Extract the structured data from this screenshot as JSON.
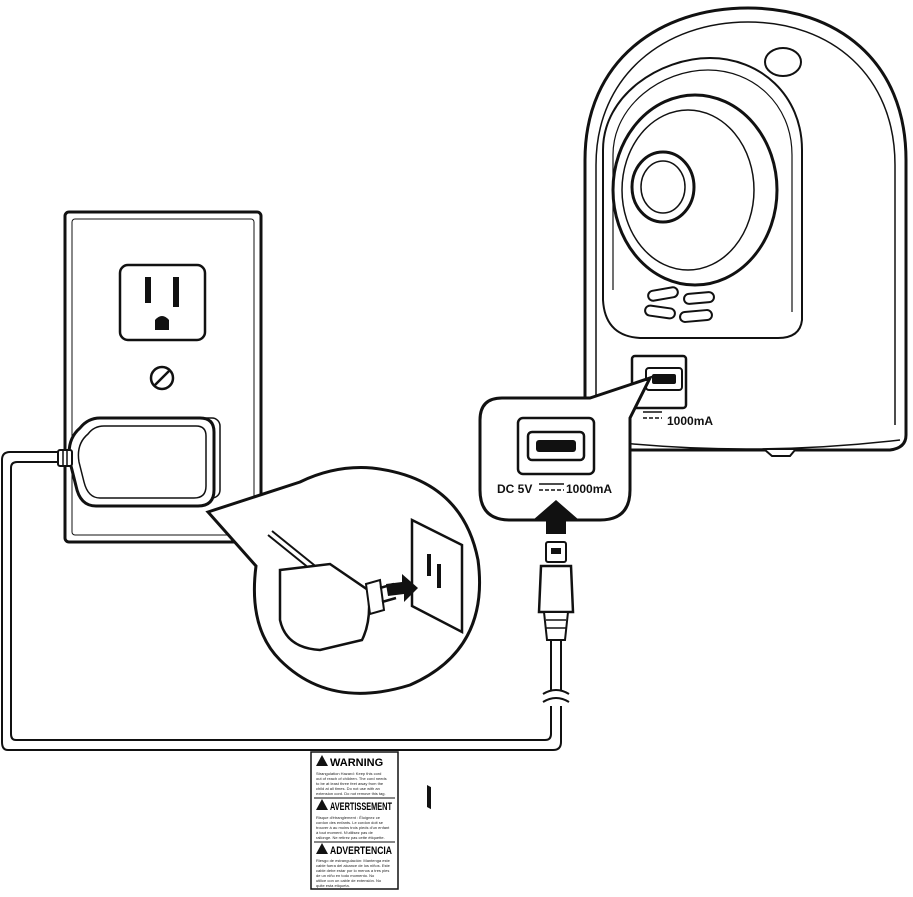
{
  "camera": {
    "rating_label": "1000mA"
  },
  "port_callout": {
    "rating_prefix": "DC 5V",
    "rating_suffix": "1000mA"
  },
  "warning_tag": {
    "sections": [
      {
        "heading": "WARNING",
        "body": [
          "Strangulation Hazard: Keep this cord",
          "out of reach of children. The cord needs",
          "to be at least three feet away from the",
          "child at all times. Do not use with an",
          "extension cord. Do not remove this tag."
        ]
      },
      {
        "heading": "AVERTISSEMENT",
        "body": [
          "Risque d'étranglement : Éloignez ce",
          "cordon des enfants. Le cordon doit se",
          "trouver à au moins trois pieds d'un enfant",
          "à tout moment. N'utilisez pas de",
          "rallonge. Ne retirez pas cette étiquette."
        ]
      },
      {
        "heading": "ADVERTENCIA",
        "body": [
          "Riesgo de estrangulación: Mantenga este",
          "cable fuera del alcance de los niños. Este",
          "cable debe estar por lo menos a tres pies",
          "de un niño en todo momento. No",
          "utilice con un cable de extensión. No",
          "quite esta etiqueta."
        ]
      }
    ]
  }
}
